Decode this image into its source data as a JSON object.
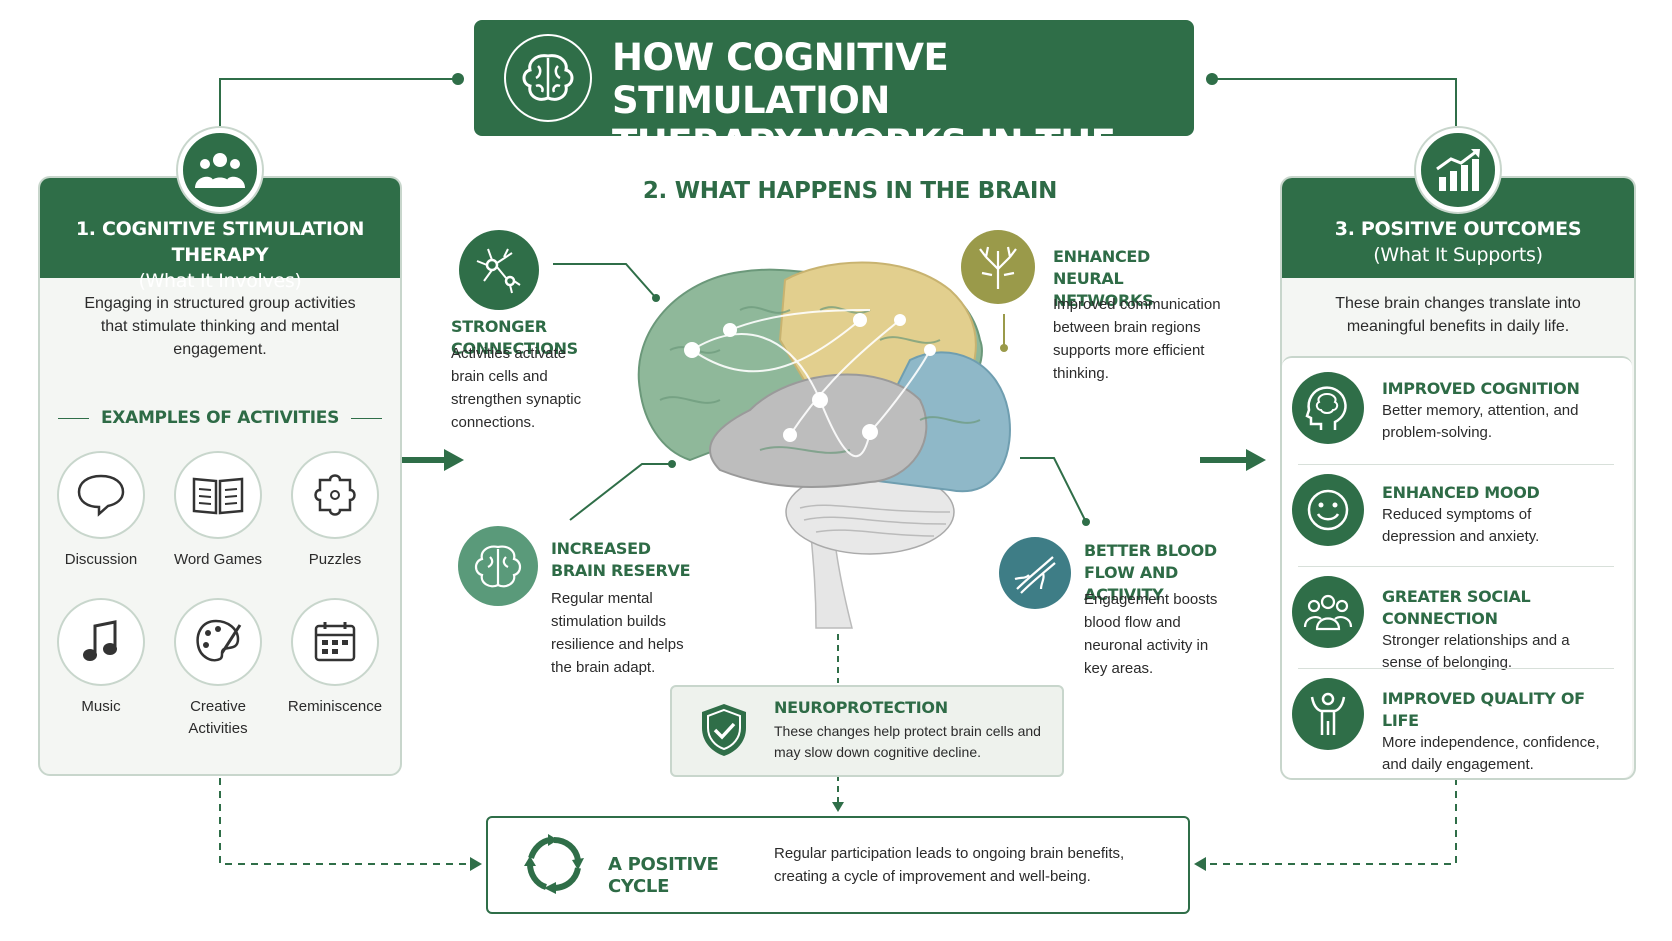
{
  "title": {
    "line1": "HOW COGNITIVE STIMULATION",
    "line2": "THERAPY WORKS IN THE BRAIN"
  },
  "left_panel": {
    "heading": "1. COGNITIVE STIMULATION THERAPY",
    "subheading": "(What It Involves)",
    "description": "Engaging in structured group activities that stimulate thinking and mental engagement.",
    "examples_heading": "EXAMPLES OF ACTIVITIES",
    "activities": [
      {
        "label": "Discussion",
        "icon": "speech-bubble-icon"
      },
      {
        "label": "Word Games",
        "icon": "open-book-icon"
      },
      {
        "label": "Puzzles",
        "icon": "puzzle-icon"
      },
      {
        "label": "Music",
        "icon": "music-note-icon"
      },
      {
        "label": "Creative Activities",
        "icon": "palette-icon"
      },
      {
        "label": "Reminiscence",
        "icon": "calendar-icon"
      }
    ]
  },
  "center": {
    "heading": "2. WHAT HAPPENS IN THE BRAIN",
    "stronger": {
      "title": "STRONGER CONNECTIONS",
      "body": "Activities activate brain cells and strengthen synaptic connections."
    },
    "networks": {
      "title": "ENHANCED NEURAL NETWORKS",
      "body": "Improved communication between brain regions supports more efficient thinking."
    },
    "reserve": {
      "title": "INCREASED BRAIN RESERVE",
      "body": "Regular mental stimulation builds resilience and helps the brain adapt."
    },
    "blood": {
      "title": "BETTER BLOOD FLOW AND ACTIVITY",
      "body": "Engagement boosts blood flow and neuronal activity in key areas."
    },
    "neuro": {
      "title": "NEUROPROTECTION",
      "body": "These changes help protect brain cells and may slow down cognitive decline."
    }
  },
  "right_panel": {
    "heading": "3. POSITIVE OUTCOMES",
    "subheading": "(What It Supports)",
    "description": "These brain changes translate into meaningful benefits in daily life.",
    "outcomes": [
      {
        "title": "IMPROVED COGNITION",
        "body": "Better memory, attention, and problem-solving.",
        "icon": "head-brain-icon"
      },
      {
        "title": "ENHANCED MOOD",
        "body": "Reduced symptoms of depression and anxiety.",
        "icon": "smiley-icon"
      },
      {
        "title": "GREATER SOCIAL CONNECTION",
        "body": "Stronger relationships and a sense of belonging.",
        "icon": "people-group-icon"
      },
      {
        "title": "IMPROVED QUALITY OF LIFE",
        "body": "More independence, confidence, and daily engagement.",
        "icon": "person-raised-arms-icon"
      }
    ]
  },
  "cycle": {
    "title": "A POSITIVE CYCLE",
    "body": "Regular participation leads to ongoing brain benefits, creating a cycle of improvement and well-being."
  },
  "colors": {
    "primary": "#2f6e48",
    "panel_bg": "#f4f6f3",
    "border": "#c8d6cc",
    "olive": "#9a9a4a",
    "teal": "#3e7d86"
  }
}
